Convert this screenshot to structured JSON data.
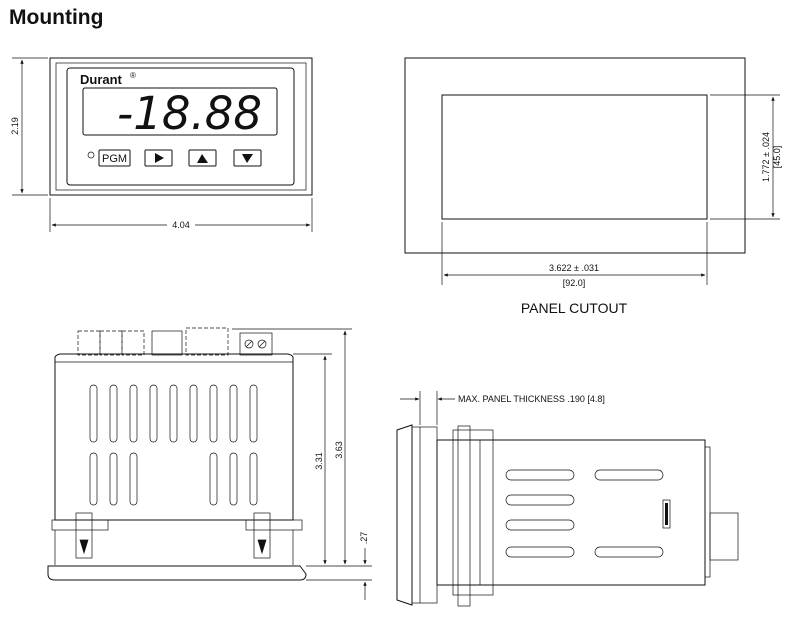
{
  "page": {
    "title": "Mounting"
  },
  "front_view": {
    "brand": "Durant",
    "brand_mark": "®",
    "display_value": "-18.88",
    "buttons": [
      {
        "label": "PGM",
        "icon": "text"
      },
      {
        "label": "",
        "icon": "triangle-right-icon"
      },
      {
        "label": "",
        "icon": "triangle-up-icon"
      },
      {
        "label": "",
        "icon": "triangle-down-icon"
      }
    ],
    "height_dim": "2.19",
    "width_dim": "4.04"
  },
  "panel_cutout": {
    "caption": "PANEL CUTOUT",
    "width_dim": "3.622 ± .031",
    "width_dim_metric": "[92.0]",
    "height_dim": "1.772 ± .024",
    "height_dim_metric": "[45.0]"
  },
  "top_view": {
    "dim_inner": "3.31",
    "dim_outer": "3.63",
    "dim_bezel": ".27"
  },
  "side_view": {
    "panel_note": "MAX. PANEL THICKNESS .190 [4.8]"
  }
}
